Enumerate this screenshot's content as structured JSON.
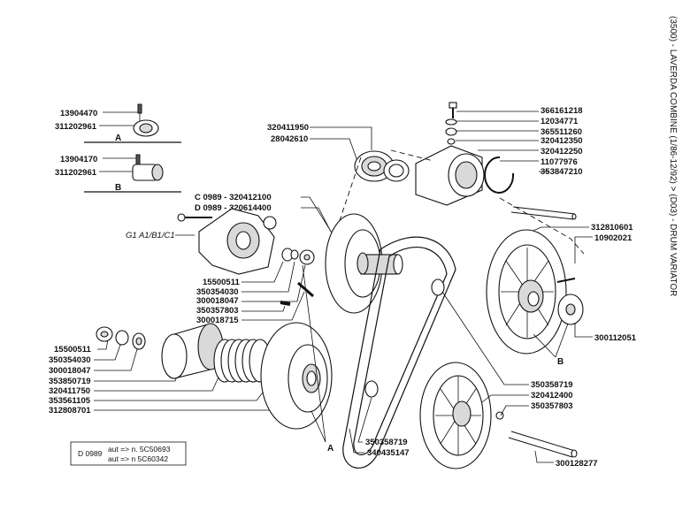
{
  "title": "(3500) - LAVERDA COMBINE (1/86-12/92) > (D03) - DRUM VARIATOR",
  "variants": {
    "a": {
      "label": "A",
      "parts": [
        "13904470",
        "311202961"
      ]
    },
    "b": {
      "label": "B",
      "parts": [
        "13904170",
        "311202961"
      ]
    },
    "group": "G1 A1/B1/C1"
  },
  "parts": {
    "p320411950": "320411950",
    "p28042610": "28042610",
    "p366161218": "366161218",
    "p12034771": "12034771",
    "p365511260": "365511260",
    "p320412350": "320412350",
    "p320412250": "320412250",
    "p11077976": "11077976",
    "p353847210": "353847210",
    "c0989": "C 0989 - 320412100",
    "d0989": "D 0989 - 320614400",
    "p312810601": "312810601",
    "p10902021": "10902021",
    "p300112051": "300112051",
    "p15500511a": "15500511",
    "p350354030a": "350354030",
    "p300018047a": "300018047",
    "p350357803a": "350357803",
    "p300018715": "300018715",
    "p15500511b": "15500511",
    "p350354030b": "350354030",
    "p300018047b": "300018047",
    "p353850719": "353850719",
    "p320411750": "320411750",
    "p353561105": "353561105",
    "p312808701": "312808701",
    "p350358719a": "350358719",
    "p320412400": "320412400",
    "p350357803b": "350357803",
    "p350358719b": "350358719",
    "p340435147": "340435147",
    "p300128277": "300128277"
  },
  "callouts": {
    "a": "A",
    "b": "B"
  },
  "footnote": {
    "code": "D 0989",
    "line1": "aut => n. 5C50693",
    "line2": "aut => n 5C60342"
  }
}
